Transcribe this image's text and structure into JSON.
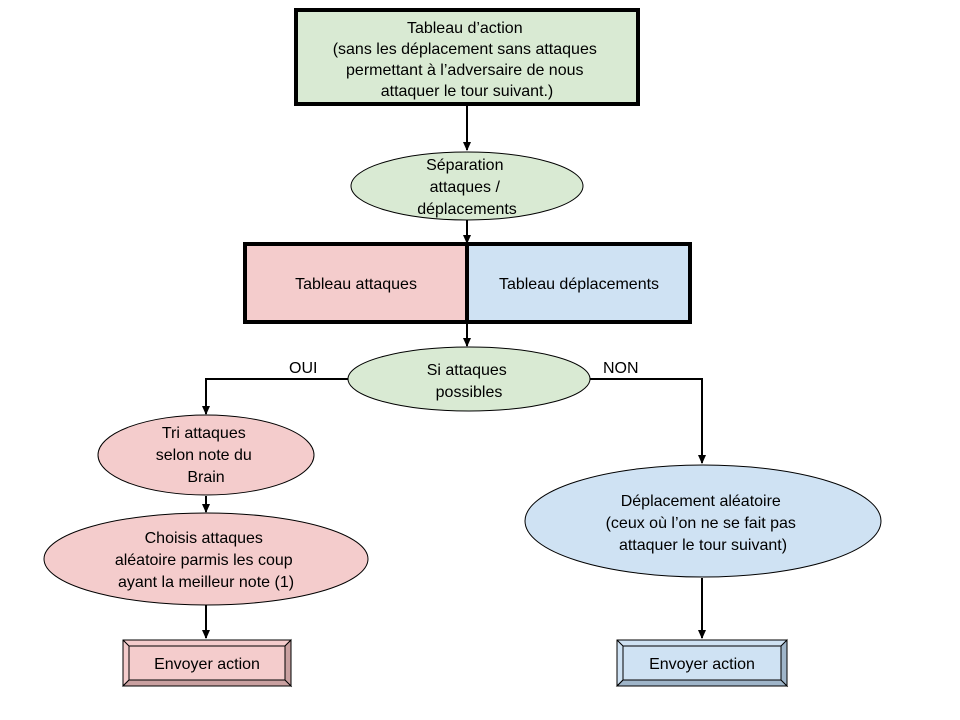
{
  "colors": {
    "green": "#d9ead3",
    "red": "#f4cccc",
    "blue": "#cfe2f3",
    "stroke": "#000000"
  },
  "nodes": {
    "tableau_action": {
      "lines": [
        "Tableau d’action",
        "(sans les déplacement sans attaques",
        "permettant à l’adversaire de nous",
        "attaquer le tour suivant.)"
      ]
    },
    "separation": {
      "lines": [
        "Séparation",
        "attaques /",
        "déplacements"
      ]
    },
    "tableau_attaques": {
      "lines": [
        "Tableau attaques"
      ]
    },
    "tableau_deplacements": {
      "lines": [
        "Tableau déplacements"
      ]
    },
    "si_attaques": {
      "lines": [
        "Si attaques",
        "possibles"
      ]
    },
    "tri_attaques": {
      "lines": [
        "Tri attaques",
        "selon note du",
        "Brain"
      ]
    },
    "choisis_attaques": {
      "lines": [
        "Choisis attaques",
        "aléatoire parmis les coup",
        "ayant la meilleur note (1)"
      ]
    },
    "envoyer_left": {
      "lines": [
        "Envoyer action"
      ]
    },
    "deplacement_aleatoire": {
      "lines": [
        "Déplacement aléatoire",
        "(ceux où l’on ne se fait pas",
        "attaquer le tour suivant)"
      ]
    },
    "envoyer_right": {
      "lines": [
        "Envoyer action"
      ]
    }
  },
  "edge_labels": {
    "oui": "OUI",
    "non": "NON"
  }
}
